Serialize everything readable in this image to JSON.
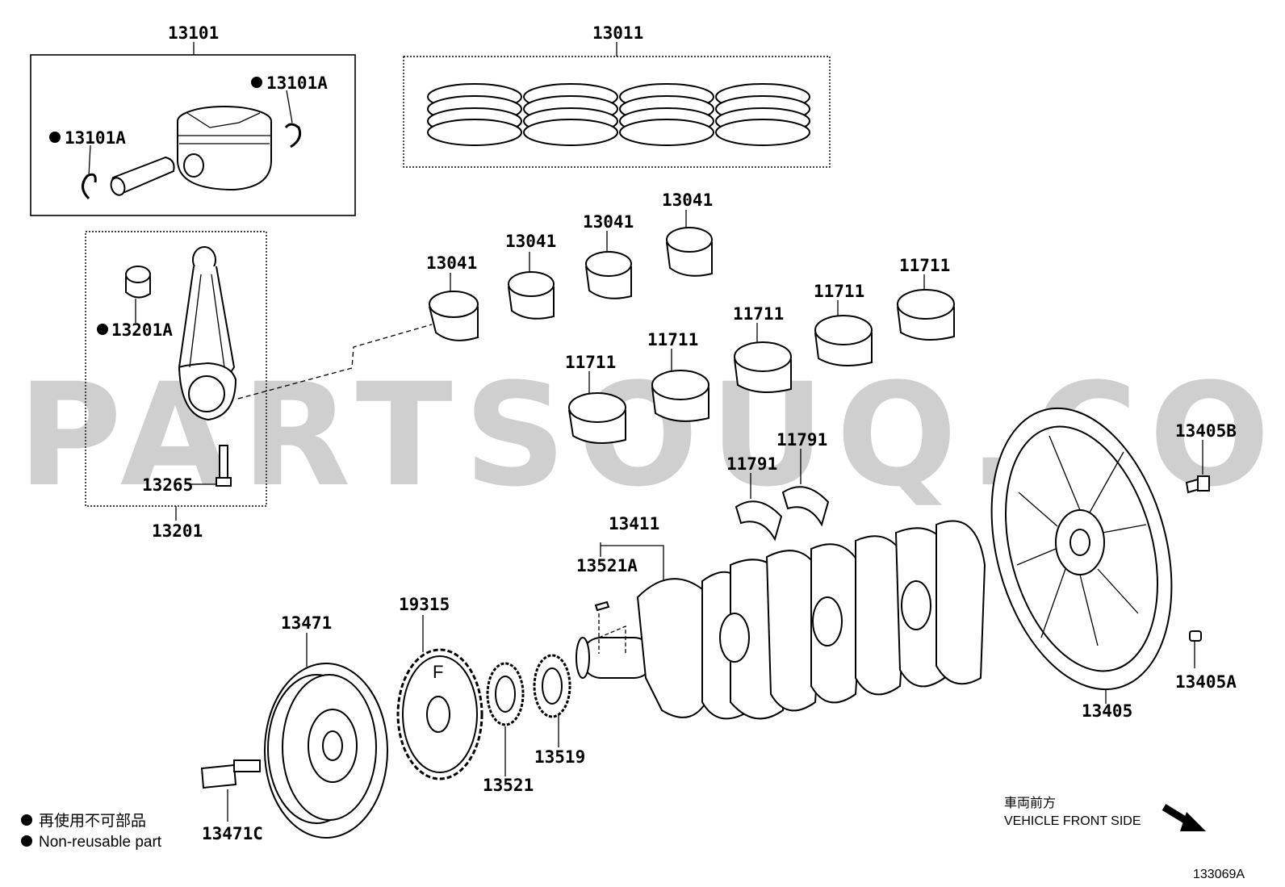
{
  "watermark": "PARTSOUQ.COM",
  "labels": {
    "p13101": "13101",
    "p13011": "13011",
    "p13101a_right": "13101A",
    "p13101a_left": "13101A",
    "p13201a": "13201A",
    "p13265": "13265",
    "p13201": "13201",
    "p13041_a": "13041",
    "p13041_b": "13041",
    "p13041_c": "13041",
    "p13041_d": "13041",
    "p11711_a": "11711",
    "p11711_b": "11711",
    "p11711_c": "11711",
    "p11711_d": "11711",
    "p11711_e": "11711",
    "p11791_a": "11791",
    "p11791_b": "11791",
    "p13405b": "13405B",
    "p13405a": "13405A",
    "p13405": "13405",
    "p13411": "13411",
    "p13521a": "13521A",
    "p19315": "19315",
    "p13471": "13471",
    "p13471c": "13471C",
    "p13521": "13521",
    "p13519": "13519"
  },
  "legend": {
    "japanese": "再使用不可部品",
    "english": "Non-reusable part"
  },
  "direction": {
    "japanese": "車両前方",
    "english": "VEHICLE FRONT SIDE"
  },
  "diagram_id": "133069A"
}
